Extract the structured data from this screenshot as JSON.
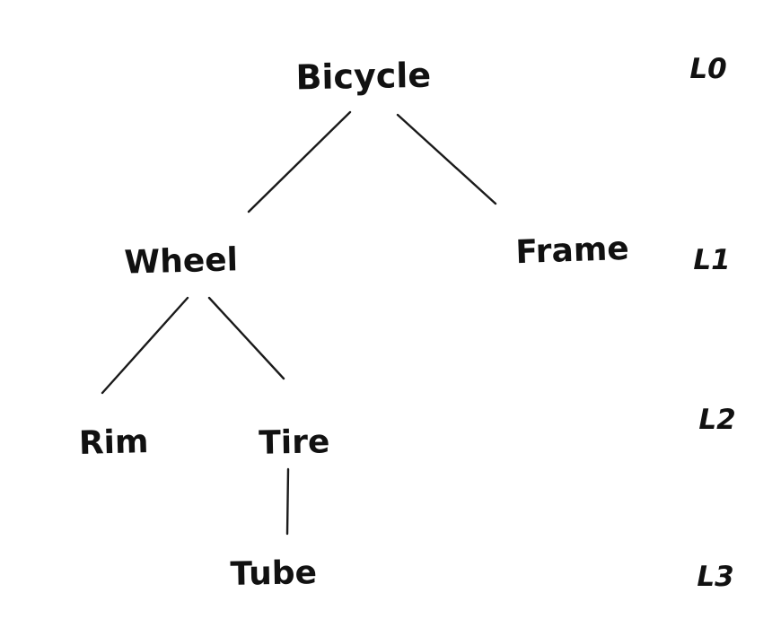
{
  "diagram": {
    "kind": "tree",
    "colors": {
      "ink": "#1a1a1a",
      "background": "#ffffff"
    },
    "nodes": {
      "bicycle": "Bicycle",
      "wheel": "Wheel",
      "frame": "Frame",
      "rim": "Rim",
      "tire": "Tire",
      "tube": "Tube"
    },
    "levels": {
      "l0": "L0",
      "l1": "L1",
      "l2": "L2",
      "l3": "L3"
    },
    "edges": [
      {
        "from": "Bicycle",
        "to": "Wheel"
      },
      {
        "from": "Bicycle",
        "to": "Frame"
      },
      {
        "from": "Wheel",
        "to": "Rim"
      },
      {
        "from": "Wheel",
        "to": "Tire"
      },
      {
        "from": "Tire",
        "to": "Tube"
      }
    ]
  }
}
